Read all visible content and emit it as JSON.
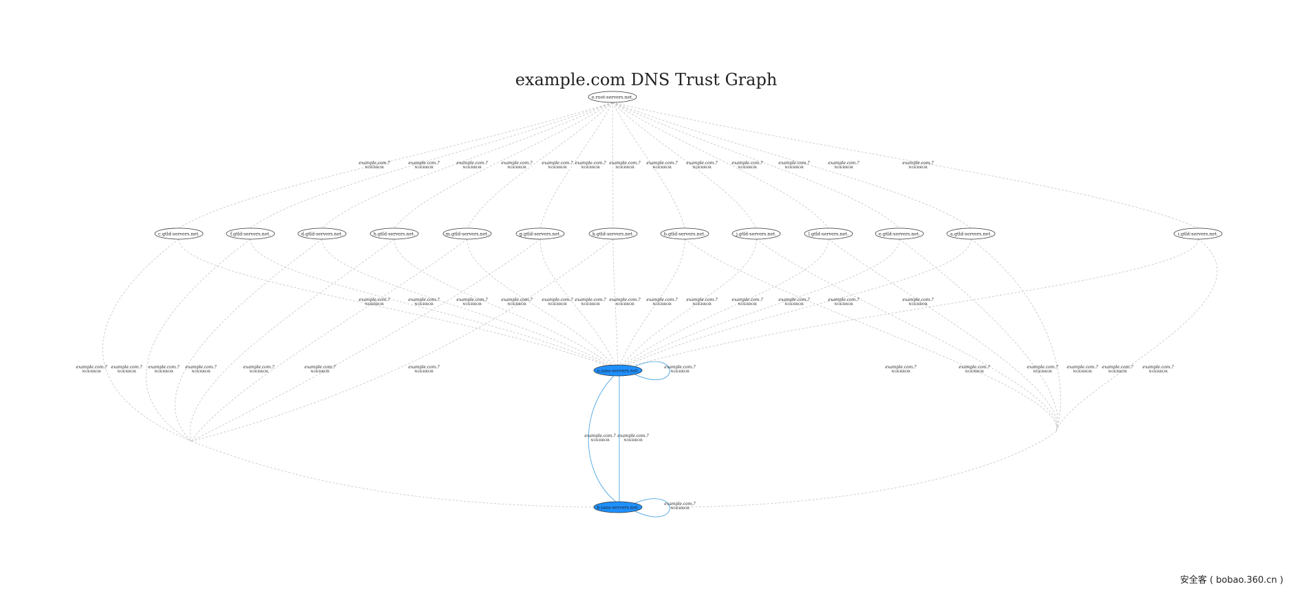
{
  "title": "example.com DNS Trust Graph",
  "watermark": "安全客 ( bobao.360.cn )",
  "colors": {
    "node_fill_default": "#ffffff",
    "node_fill_highlight": "#1e90ff",
    "edge_dashed": "#c8c8c8",
    "edge_solid": "#5aaee8"
  },
  "edge_label": {
    "line1": "example.com.?",
    "line2": "NOERROR"
  },
  "nodes": {
    "root": {
      "label": "e.root-servers.net."
    },
    "gtld": [
      {
        "id": "c",
        "label": "c.gtld-servers.net."
      },
      {
        "id": "f",
        "label": "f.gtld-servers.net."
      },
      {
        "id": "d",
        "label": "d.gtld-servers.net."
      },
      {
        "id": "h",
        "label": "h.gtld-servers.net."
      },
      {
        "id": "m",
        "label": "m.gtld-servers.net."
      },
      {
        "id": "g",
        "label": "g.gtld-servers.net."
      },
      {
        "id": "k",
        "label": "k.gtld-servers.net."
      },
      {
        "id": "b",
        "label": "b.gtld-servers.net."
      },
      {
        "id": "j",
        "label": "j.gtld-servers.net."
      },
      {
        "id": "l",
        "label": "l.gtld-servers.net."
      },
      {
        "id": "e",
        "label": "e.gtld-servers.net."
      },
      {
        "id": "a",
        "label": "a.gtld-servers.net."
      },
      {
        "id": "i",
        "label": "i.gtld-servers.net."
      }
    ],
    "iana_a": {
      "label": "a.iana-servers.net."
    },
    "iana_b": {
      "label": "b.iana-servers.net."
    }
  }
}
